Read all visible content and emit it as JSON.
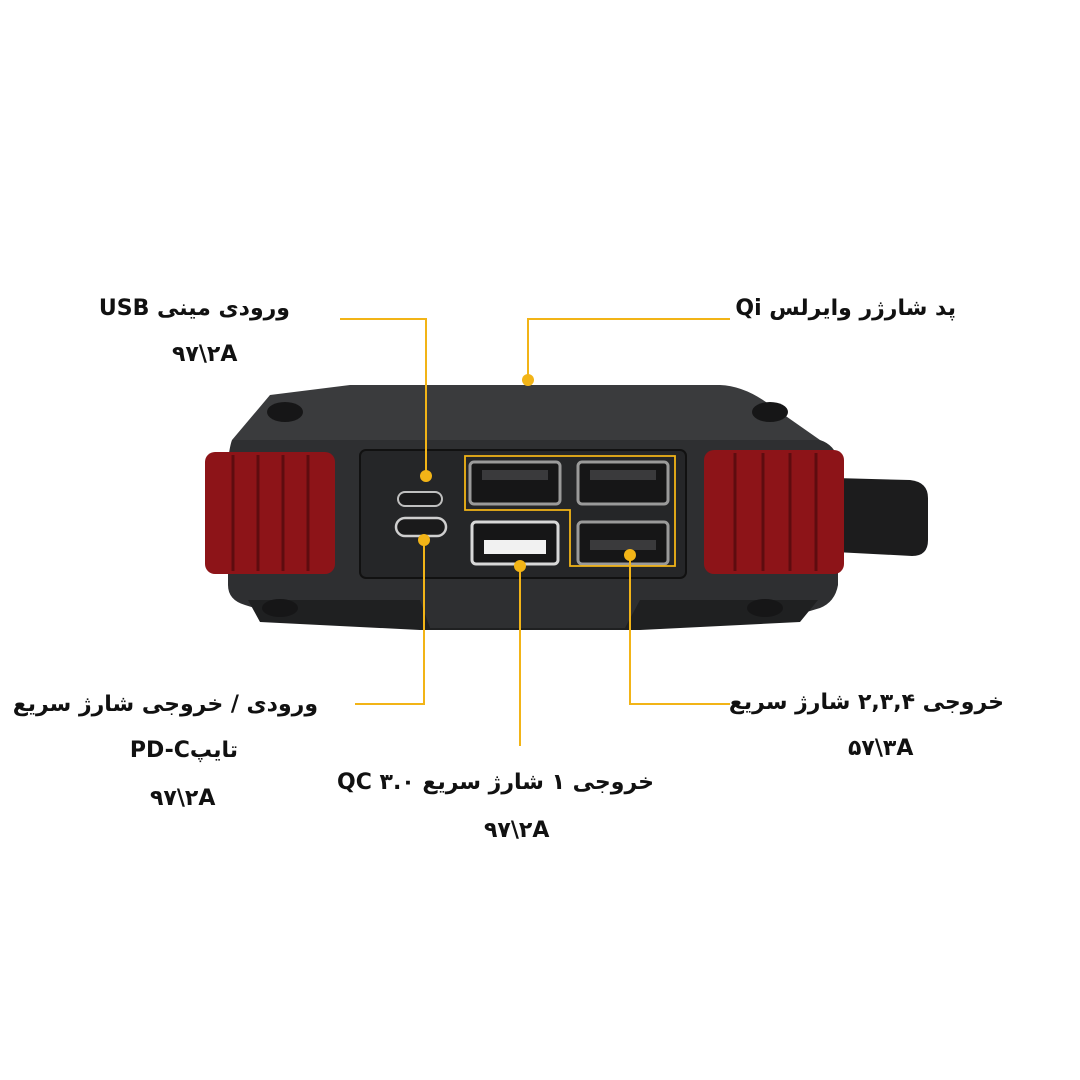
{
  "accent_color": "#f2b417",
  "device": {
    "body_color": "#2e2f31",
    "bumper_color": "#8d1418"
  },
  "callouts": [
    {
      "id": "mini-usb-input",
      "title": "ورودی مینی USB",
      "lines": [],
      "value": "۹۷\\۲A"
    },
    {
      "id": "qi-wireless-pad",
      "title": "پد شارژر وایرلس Qi",
      "lines": [],
      "value": ""
    },
    {
      "id": "pd-c-port",
      "title": "ورودی / خروجی شارژ سریع",
      "lines": [
        "تایپPD-C"
      ],
      "value": "۹۷\\۲A"
    },
    {
      "id": "qc3-output",
      "title": "خروجی ۱ شارژ سریع QC ۳.۰",
      "lines": [],
      "value": "۹۷\\۲A"
    },
    {
      "id": "outputs-234",
      "title": "خروجی ۲,۳,۴ شارژ سریع",
      "lines": [],
      "value": "۵۷\\۳A"
    }
  ]
}
